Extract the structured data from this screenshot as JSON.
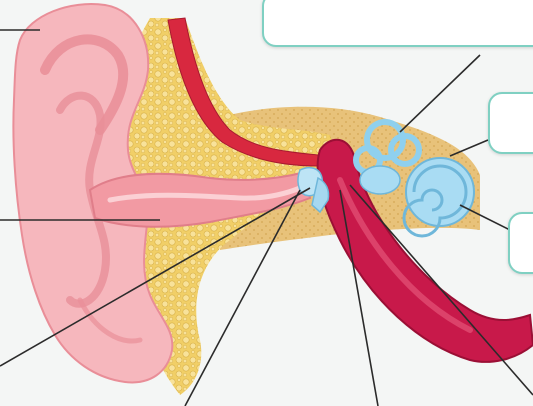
{
  "diagram": {
    "subject": "ear-anatomy",
    "label_boxes": [
      {
        "id": "top",
        "text": ""
      },
      {
        "id": "middle-right",
        "text": ""
      },
      {
        "id": "lower-right",
        "text": ""
      }
    ]
  },
  "colors": {
    "background": "#f4f6f5",
    "outer_ear": "#f6b7bd",
    "outer_ear_dark": "#e98e98",
    "fat_tissue": "#f1cf67",
    "bone": "#e9c985",
    "tube_red": "#c8194a",
    "tube_dark": "#9b0f35",
    "inner_ear_blue": "#8fd0ee",
    "box_border": "#7fd0c2",
    "leader_line": "#2b2b2b"
  }
}
